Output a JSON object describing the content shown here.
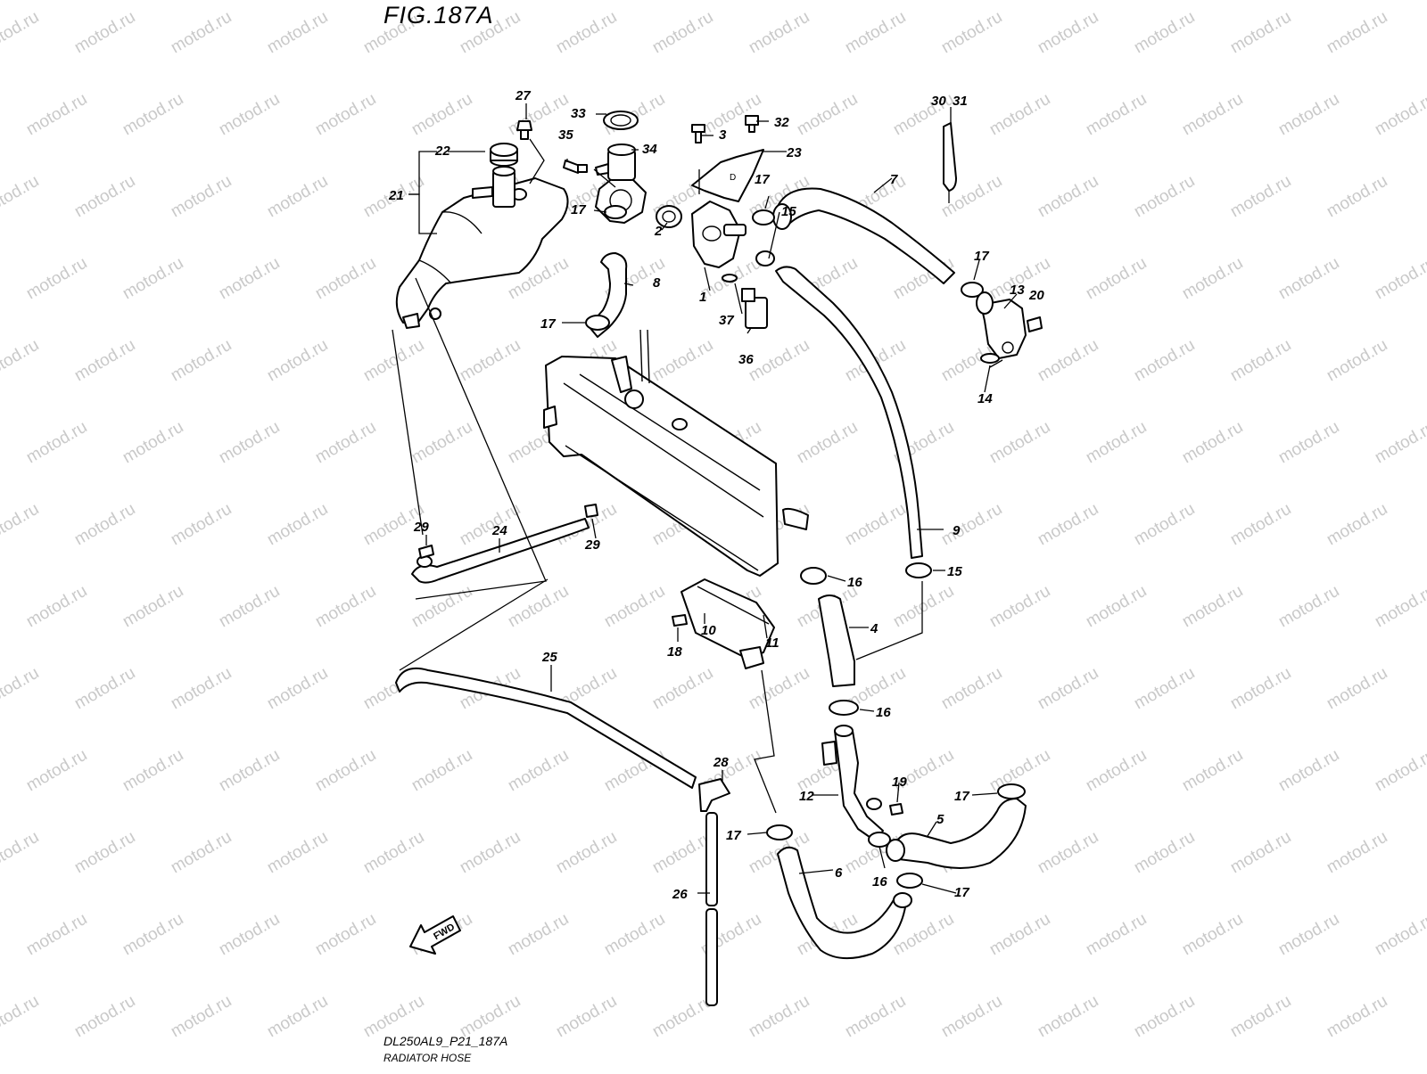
{
  "figure": {
    "title": "FIG.187A",
    "code": "DL250AL9_P21_187A",
    "name": "RADIATOR HOSE",
    "fwd_label": "FWD",
    "watermark": "motod.ru"
  },
  "callouts": [
    {
      "id": "c1",
      "text": "1"
    },
    {
      "id": "c2",
      "text": "2"
    },
    {
      "id": "c3",
      "text": "3"
    },
    {
      "id": "c4",
      "text": "4"
    },
    {
      "id": "c5",
      "text": "5"
    },
    {
      "id": "c6",
      "text": "6"
    },
    {
      "id": "c7",
      "text": "7"
    },
    {
      "id": "c8",
      "text": "8"
    },
    {
      "id": "c9",
      "text": "9"
    },
    {
      "id": "c10",
      "text": "10"
    },
    {
      "id": "c11",
      "text": "11"
    },
    {
      "id": "c12",
      "text": "12"
    },
    {
      "id": "c13",
      "text": "13"
    },
    {
      "id": "c14",
      "text": "14"
    },
    {
      "id": "c15a",
      "text": "15"
    },
    {
      "id": "c15b",
      "text": "15"
    },
    {
      "id": "c16a",
      "text": "16"
    },
    {
      "id": "c16b",
      "text": "16"
    },
    {
      "id": "c16c",
      "text": "16"
    },
    {
      "id": "c17a",
      "text": "17"
    },
    {
      "id": "c17b",
      "text": "17"
    },
    {
      "id": "c17c",
      "text": "17"
    },
    {
      "id": "c17d",
      "text": "17"
    },
    {
      "id": "c17e",
      "text": "17"
    },
    {
      "id": "c17f",
      "text": "17"
    },
    {
      "id": "c17g",
      "text": "17"
    },
    {
      "id": "c18",
      "text": "18"
    },
    {
      "id": "c19",
      "text": "19"
    },
    {
      "id": "c20",
      "text": "20"
    },
    {
      "id": "c21",
      "text": "21"
    },
    {
      "id": "c22",
      "text": "22"
    },
    {
      "id": "c23",
      "text": "23"
    },
    {
      "id": "c24",
      "text": "24"
    },
    {
      "id": "c25",
      "text": "25"
    },
    {
      "id": "c26",
      "text": "26"
    },
    {
      "id": "c27",
      "text": "27"
    },
    {
      "id": "c28",
      "text": "28"
    },
    {
      "id": "c29a",
      "text": "29"
    },
    {
      "id": "c29b",
      "text": "29"
    },
    {
      "id": "c30",
      "text": "30"
    },
    {
      "id": "c31",
      "text": "31"
    },
    {
      "id": "c32",
      "text": "32"
    },
    {
      "id": "c33",
      "text": "33"
    },
    {
      "id": "c34",
      "text": "34"
    },
    {
      "id": "c35",
      "text": "35"
    },
    {
      "id": "c36",
      "text": "36"
    },
    {
      "id": "c37",
      "text": "37"
    }
  ]
}
